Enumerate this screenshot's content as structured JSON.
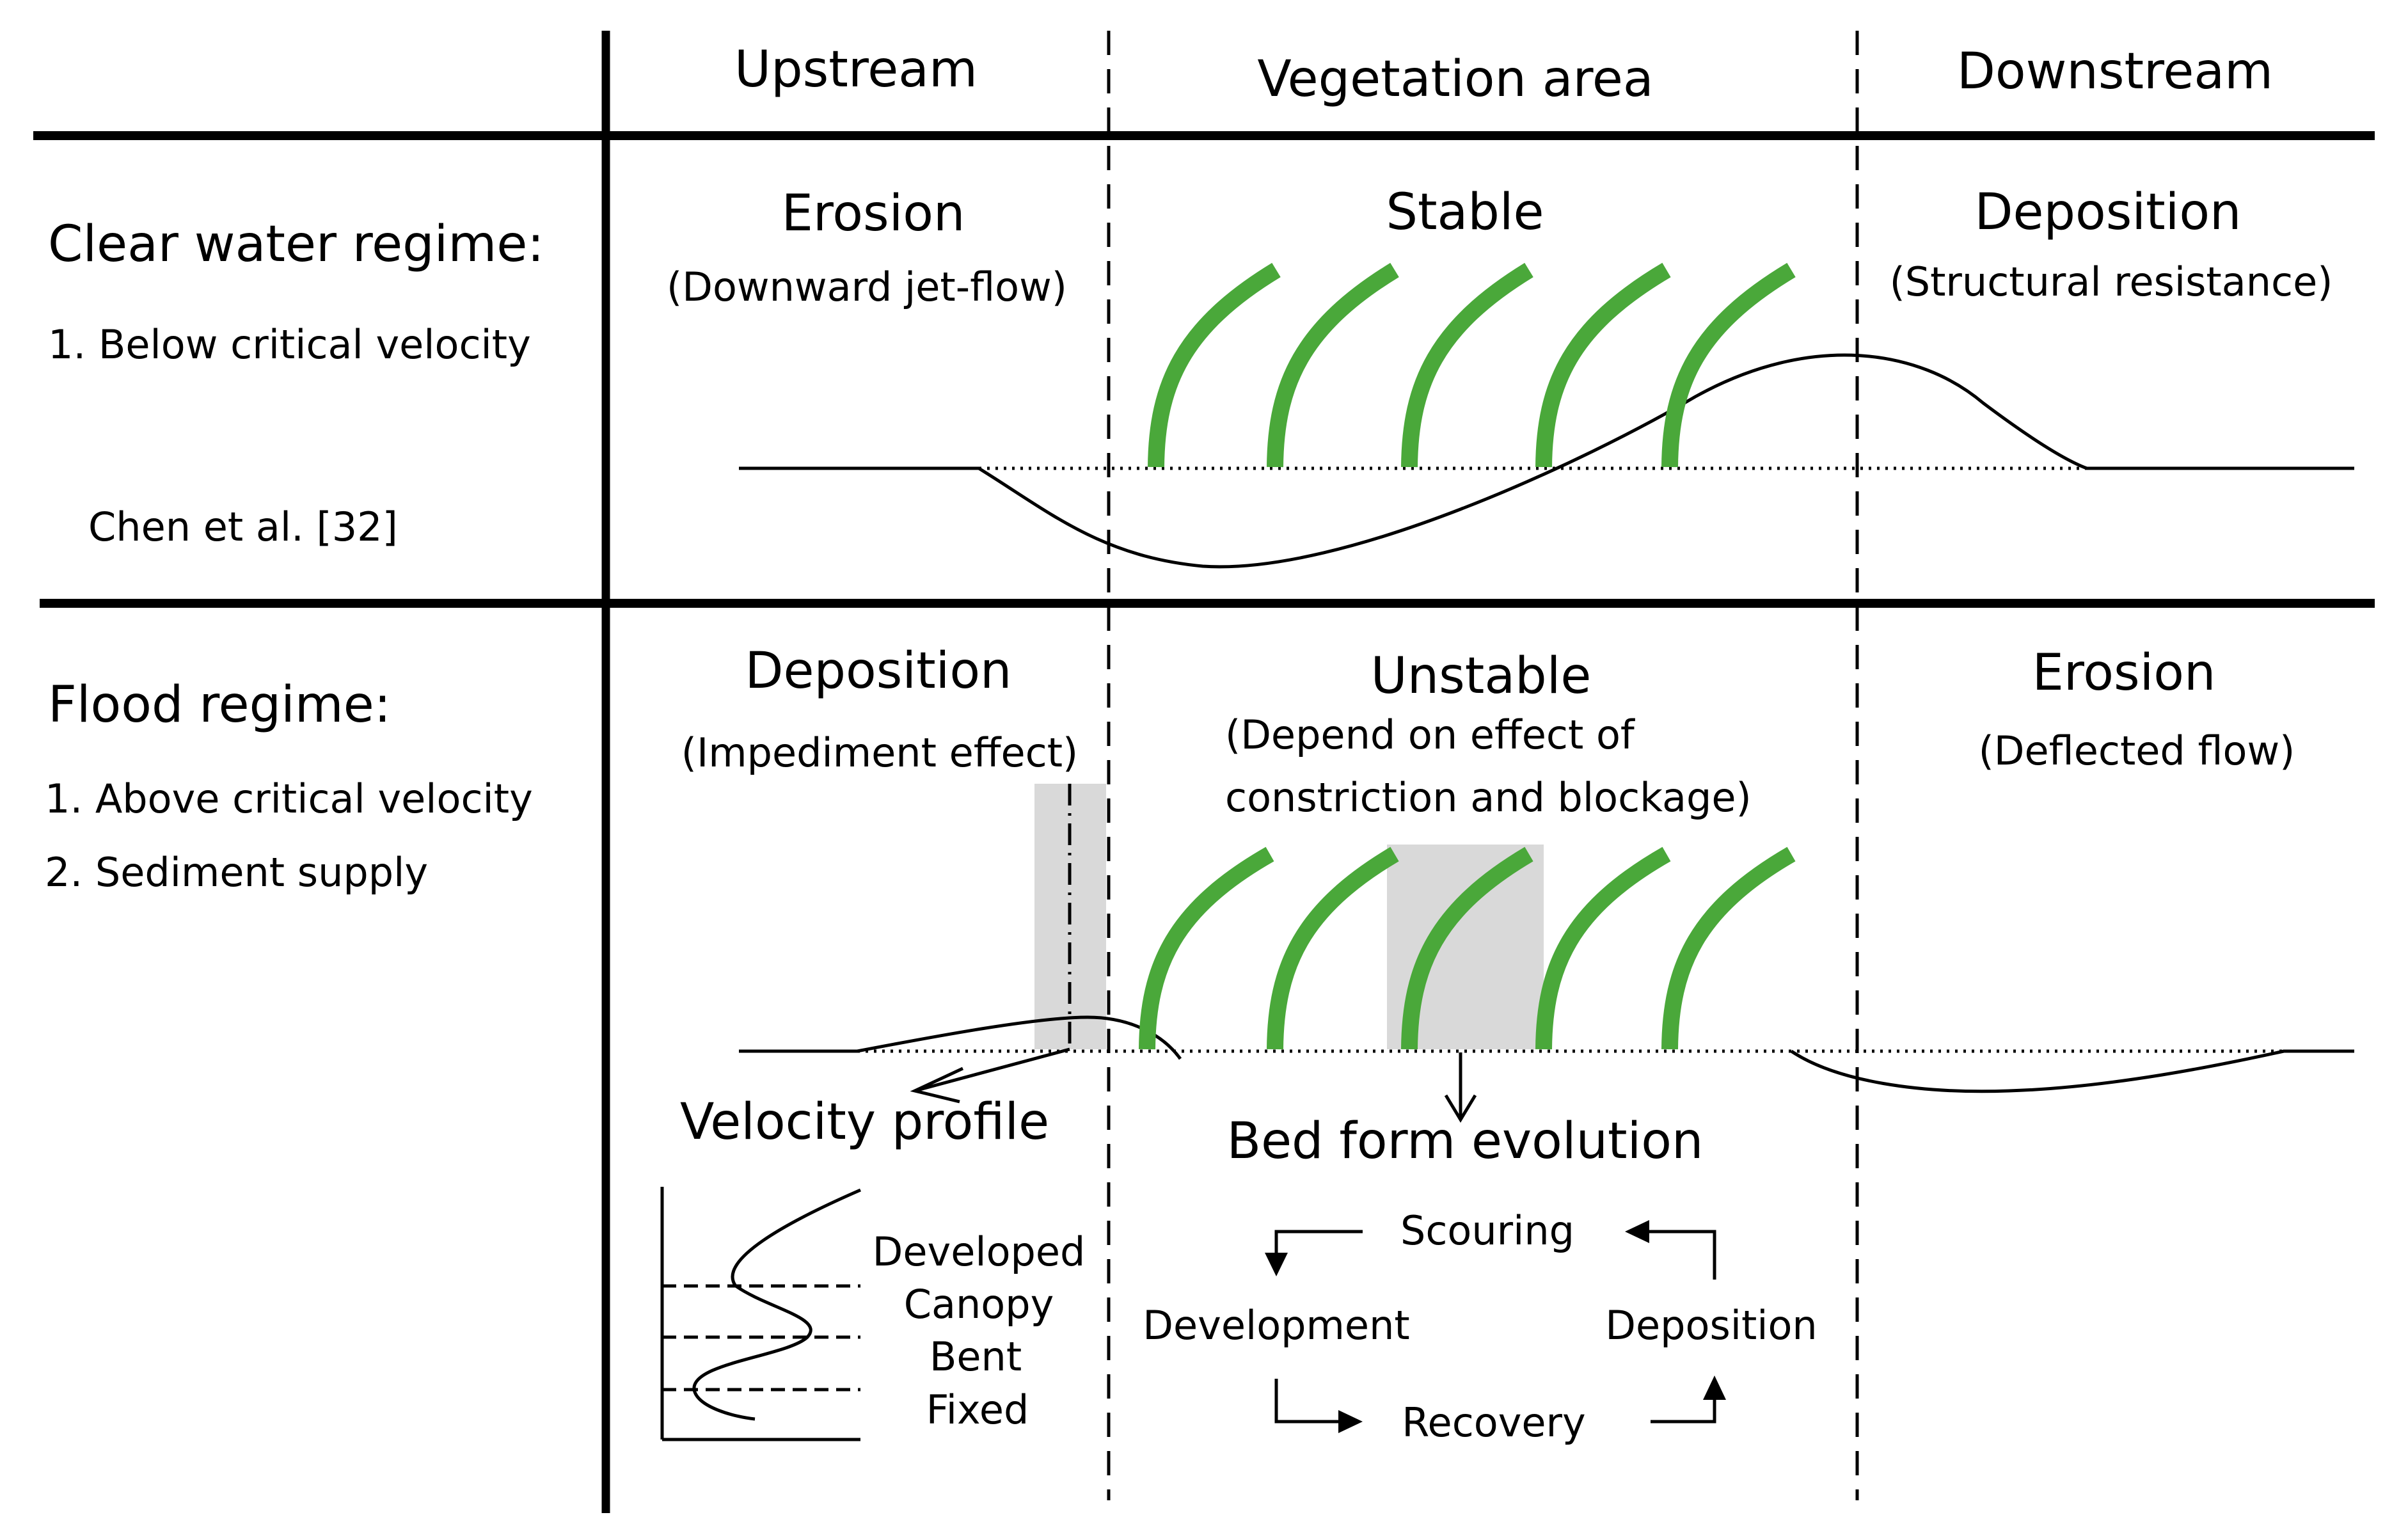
{
  "columns": {
    "upstream": "Upstream",
    "vegetation": "Vegetation area",
    "downstream": "Downstream"
  },
  "clear_water": {
    "title": "Clear water regime:",
    "condition_1": "1. Below critical velocity",
    "reference": "Chen et al. [32]",
    "upstream_state": "Erosion",
    "upstream_cause": "(Downward jet-flow)",
    "vegetation_state": "Stable",
    "downstream_state": "Deposition",
    "downstream_cause": "(Structural resistance)"
  },
  "flood": {
    "title": "Flood regime:",
    "condition_1": "1. Above critical velocity",
    "condition_2": "2. Sediment supply",
    "upstream_state": "Deposition",
    "upstream_cause": "(Impediment effect)",
    "vegetation_state": "Unstable",
    "vegetation_cause_line1": "(Depend on effect of",
    "vegetation_cause_line2": "constriction and blockage)",
    "downstream_state": "Erosion",
    "downstream_cause": "(Deflected flow)"
  },
  "velocity_profile": {
    "title": "Velocity profile",
    "layers": [
      "Developed",
      "Canopy",
      "Bent",
      "Fixed"
    ]
  },
  "bed_form": {
    "title": "Bed form evolution",
    "cycle": {
      "top": "Scouring",
      "left": "Development",
      "bottom": "Recovery",
      "right": "Deposition"
    }
  },
  "colors": {
    "vegetation": "#4aa83a",
    "highlight": "#d9d9d9",
    "lines": "#000000"
  }
}
